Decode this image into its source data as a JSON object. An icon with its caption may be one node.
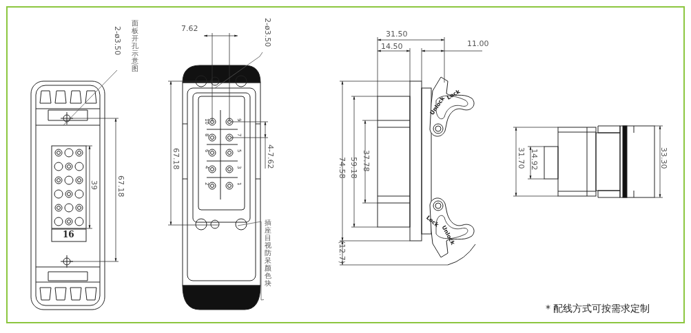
{
  "diagram": {
    "nodes": [
      {
        "text": [
          "2-ø3.50"
        ]
      },
      {
        "text": [
          "2-ø3.50"
        ]
      },
      {
        "text": [
          "插座目视防呆颜色块"
        ]
      }
    ],
    "edges": [
      {
        "from": 0,
        "to": null,
        "arrow": "none"
      },
      {
        "from": 1,
        "to": null,
        "arrow": "none"
      },
      {
        "from": 2,
        "to": null,
        "arrow": "none"
      }
    ],
    "labels": [
      "面板开孔示意图",
      "16",
      "39",
      "67.18",
      "7.62",
      "67.18",
      "4-7.62",
      "10",
      "9",
      "8",
      "7",
      "6",
      "5",
      "4",
      "3",
      "2",
      "1",
      "31.50",
      "14.50",
      "11.00",
      "74.58",
      "59.18",
      "37.78",
      "(12.7)",
      "Unlock",
      "Lock",
      "Lock",
      "Unlock",
      "31.70",
      "14.92",
      "33.30",
      "* 配线方式可按需求定制"
    ]
  }
}
